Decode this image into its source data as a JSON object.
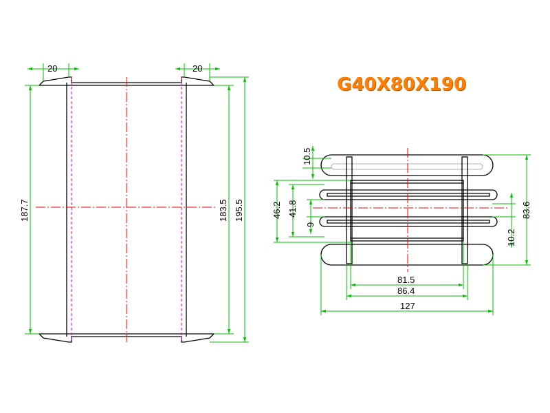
{
  "title": "G40X80X190",
  "dimensions": {
    "flange_width_left": "20",
    "flange_width_right": "20",
    "inner_height": "187.7",
    "window_height": "183.5",
    "total_height": "195.5",
    "top_flange": "10.5",
    "slot_span_outer": "46.2",
    "slot_span_inner": "41.8",
    "slot_gap": "9",
    "slot_pitch": "10.2",
    "overall_height": "83.6",
    "core_width": "81.5",
    "bobbin_width": "86.4",
    "overall_width": "127"
  },
  "colors": {
    "title": "#ff8000",
    "dimension_lines": "#00c000",
    "center_lines": "#ff0000",
    "hidden_lines": "#d000d0",
    "outline": "#000000"
  }
}
